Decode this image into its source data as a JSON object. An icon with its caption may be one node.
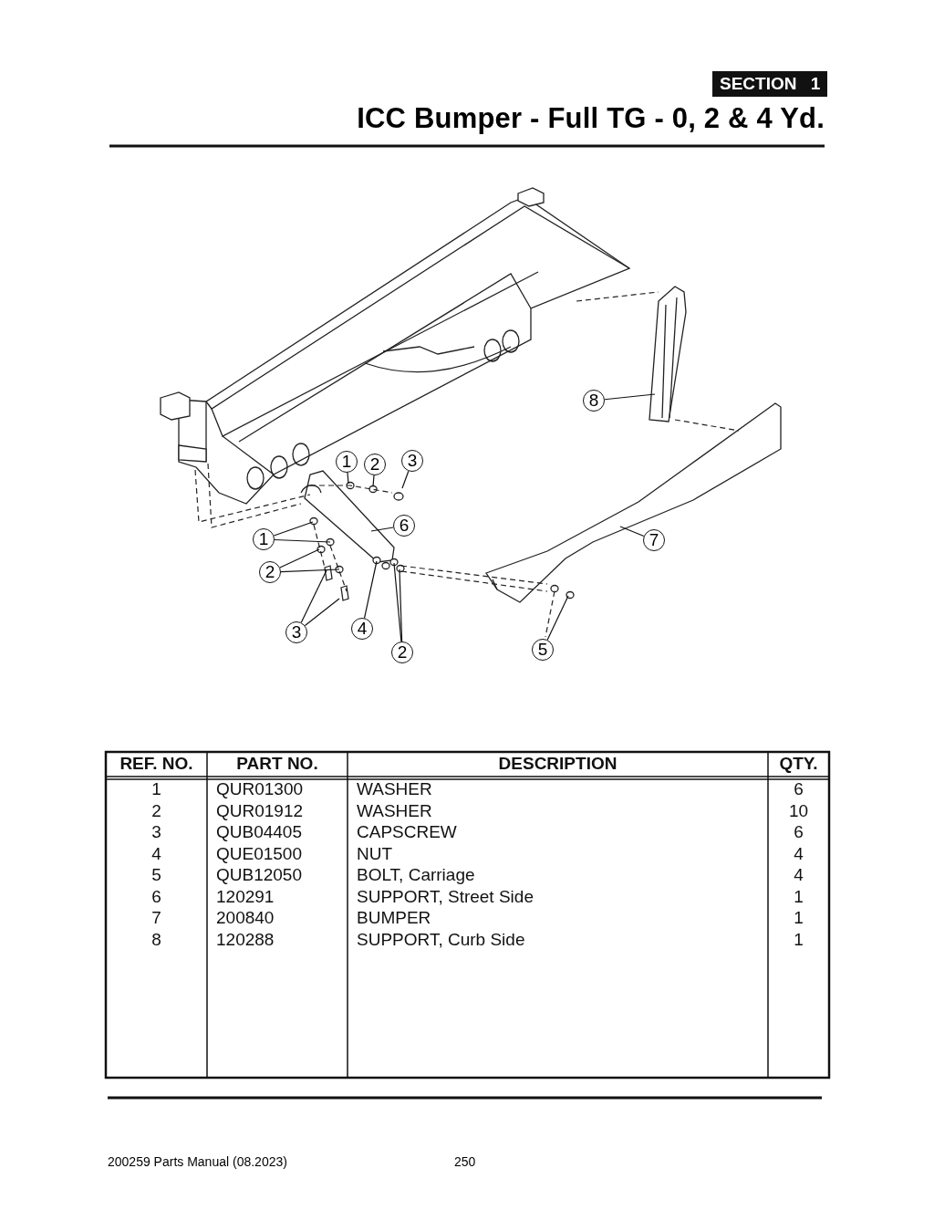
{
  "diagram": {
    "title": "ICC Bumper - Full TG - 0, 2 & 4 Yd.",
    "nodes": [
      {
        "text": [
          "1"
        ]
      },
      {
        "text": [
          "2"
        ]
      },
      {
        "text": [
          "3"
        ]
      },
      {
        "text": [
          "8"
        ]
      },
      {
        "text": [
          "6"
        ]
      },
      {
        "text": [
          "1"
        ]
      },
      {
        "text": [
          "7"
        ]
      },
      {
        "text": [
          "2"
        ]
      },
      {
        "text": [
          "3"
        ]
      },
      {
        "text": [
          "4"
        ]
      },
      {
        "text": [
          "2"
        ]
      },
      {
        "text": [
          "5"
        ]
      }
    ],
    "edges": [
      {
        "from": 0,
        "to": null,
        "arrow": "none"
      },
      {
        "from": 1,
        "to": null,
        "arrow": "none"
      },
      {
        "from": 2,
        "to": null,
        "arrow": "none"
      },
      {
        "from": 3,
        "to": null,
        "arrow": "none"
      },
      {
        "from": 4,
        "to": null,
        "arrow": "none"
      },
      {
        "from": 5,
        "to": null,
        "arrow": "none"
      },
      {
        "from": 5,
        "to": null,
        "arrow": "none"
      },
      {
        "from": 6,
        "to": null,
        "arrow": "none"
      },
      {
        "from": 7,
        "to": null,
        "arrow": "none"
      },
      {
        "from": 7,
        "to": null,
        "arrow": "none"
      },
      {
        "from": 8,
        "to": null,
        "arrow": "none"
      },
      {
        "from": 8,
        "to": null,
        "arrow": "none"
      },
      {
        "from": 9,
        "to": null,
        "arrow": "none"
      },
      {
        "from": 10,
        "to": null,
        "arrow": "none"
      },
      {
        "from": 10,
        "to": null,
        "arrow": "none"
      },
      {
        "from": 11,
        "to": null,
        "arrow": "none"
      }
    ],
    "labels": [
      "SECTION 1",
      "REF. NO.",
      "PART NO.",
      "DESCRIPTION",
      "QTY.",
      "1",
      "QUR01300",
      "WASHER",
      "6",
      "2",
      "QUR01912",
      "WASHER",
      "10",
      "3",
      "QUB04405",
      "CAPSCREW",
      "6",
      "4",
      "QUE01500",
      "NUT",
      "4",
      "5",
      "QUB12050",
      "BOLT, Carriage",
      "4",
      "6",
      "120291",
      "SUPPORT, Street Side",
      "1",
      "7",
      "200840",
      "BUMPER",
      "1",
      "8",
      "120288",
      "SUPPORT, Curb Side",
      "1",
      "200259 Parts Manual (08.2023)",
      "250"
    ]
  }
}
